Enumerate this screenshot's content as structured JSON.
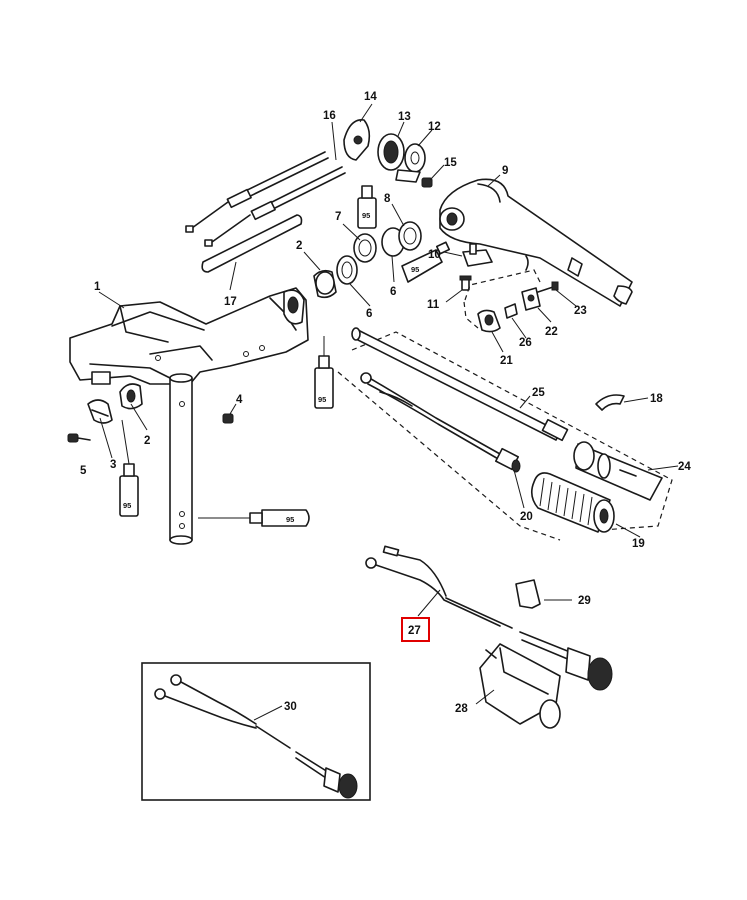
{
  "part_labels": {
    "p1": "1",
    "p2a": "2",
    "p2b": "2",
    "p3": "3",
    "p4": "4",
    "p5": "5",
    "p6a": "6",
    "p6b": "6",
    "p7": "7",
    "p8": "8",
    "p9": "9",
    "p10": "10",
    "p11": "11",
    "p12": "12",
    "p13": "13",
    "p14": "14",
    "p15": "15",
    "p16": "16",
    "p17": "17",
    "p18": "18",
    "p19": "19",
    "p20": "20",
    "p21": "21",
    "p22": "22",
    "p23": "23",
    "p24": "24",
    "p25": "25",
    "p26": "26",
    "p27": "27",
    "p28": "28",
    "p29": "29",
    "p30": "30"
  },
  "lubricant_tube_label": "95",
  "highlight": {
    "part": "27",
    "color": "#e00000"
  }
}
